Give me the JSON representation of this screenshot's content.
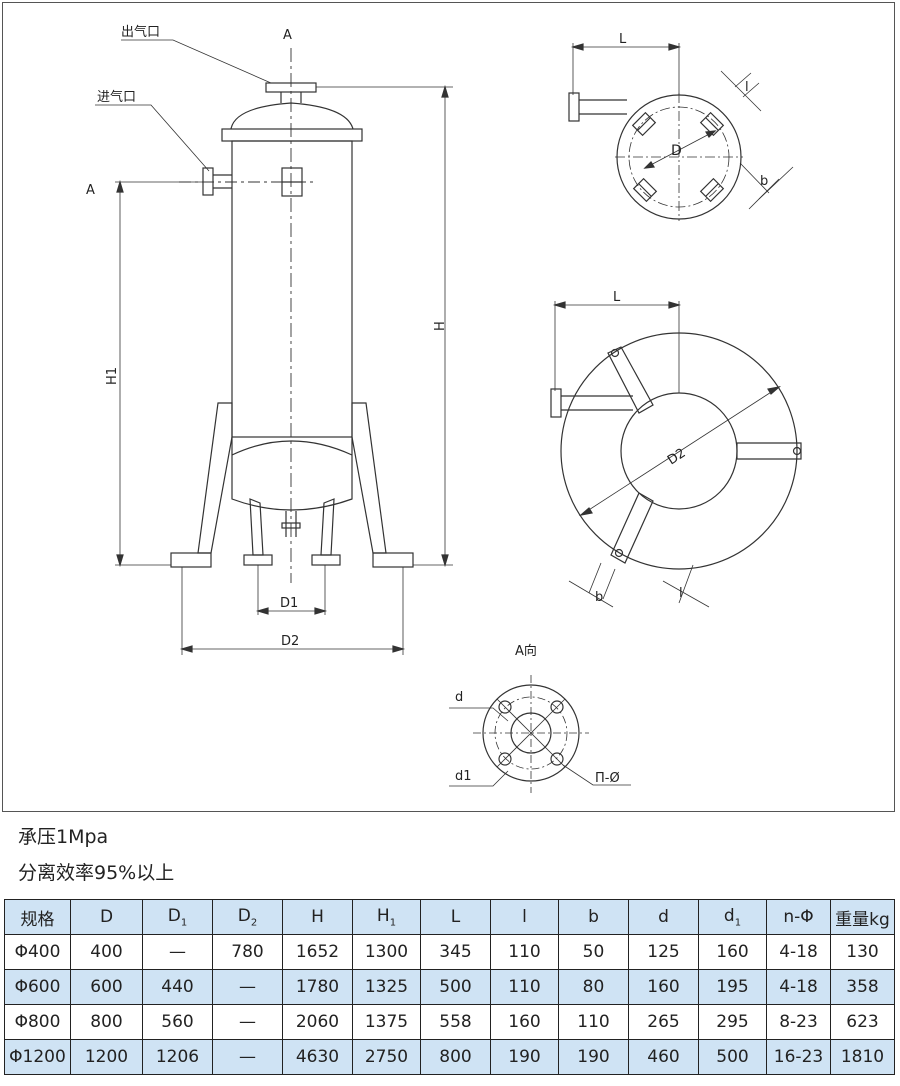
{
  "drawing": {
    "labels": {
      "outlet": "出气口",
      "inlet": "进气口",
      "section_top": "A",
      "section_left": "A",
      "H": "H",
      "H1": "H1",
      "D1": "D1",
      "D2": "D2",
      "L_top": "L",
      "L_mid": "L",
      "D": "D",
      "D2_plan": "D2",
      "b_top": "b",
      "b_mid": "b",
      "l_top": "l",
      "l_mid": "l",
      "view_title": "A向",
      "d": "d",
      "d1": "d1",
      "n_phi": "Π-Ø"
    }
  },
  "notes": {
    "pressure": "承压1Mpa",
    "efficiency": "分离效率95%以上"
  },
  "table": {
    "headers": [
      {
        "main": "规格",
        "sub": ""
      },
      {
        "main": "D",
        "sub": ""
      },
      {
        "main": "D",
        "sub": "1"
      },
      {
        "main": "D",
        "sub": "2"
      },
      {
        "main": "H",
        "sub": ""
      },
      {
        "main": "H",
        "sub": "1"
      },
      {
        "main": "L",
        "sub": ""
      },
      {
        "main": "l",
        "sub": ""
      },
      {
        "main": "b",
        "sub": ""
      },
      {
        "main": "d",
        "sub": ""
      },
      {
        "main": "d",
        "sub": "1"
      },
      {
        "main": "n-Φ",
        "sub": ""
      },
      {
        "main": "重量kg",
        "sub": ""
      }
    ],
    "rows": [
      [
        "Φ400",
        "400",
        "—",
        "780",
        "1652",
        "1300",
        "345",
        "110",
        "50",
        "125",
        "160",
        "4-18",
        "130"
      ],
      [
        "Φ600",
        "600",
        "440",
        "—",
        "1780",
        "1325",
        "500",
        "110",
        "80",
        "160",
        "195",
        "4-18",
        "358"
      ],
      [
        "Φ800",
        "800",
        "560",
        "—",
        "2060",
        "1375",
        "558",
        "160",
        "110",
        "265",
        "295",
        "8-23",
        "623"
      ],
      [
        "Φ1200",
        "1200",
        "1206",
        "—",
        "4630",
        "2750",
        "800",
        "190",
        "190",
        "460",
        "500",
        "16-23",
        "1810"
      ]
    ]
  }
}
